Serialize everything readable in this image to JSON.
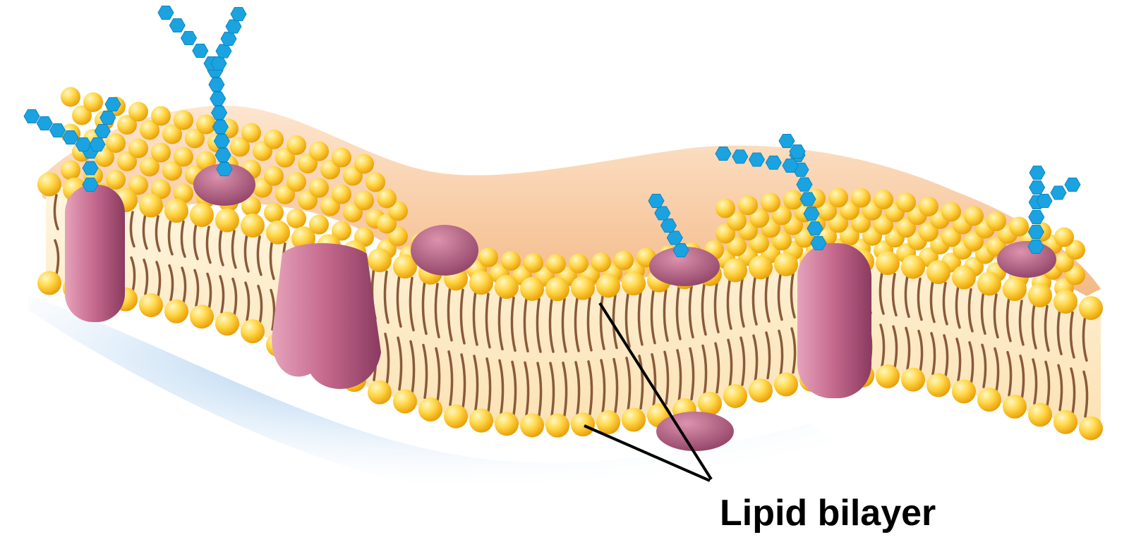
{
  "diagram": {
    "label": "Lipid bilayer",
    "colors": {
      "head_light": "#ffe27a",
      "head_dark": "#f0a800",
      "tail": "#8a5a3a",
      "interior": "#fdebc9",
      "surface": "#f7c99a",
      "protein_light": "#d17a9a",
      "protein_dark": "#8c3d62",
      "sugar": "#1aa3e0",
      "shadow": "#7db6e6",
      "label_line": "#000000"
    },
    "components": {
      "integral_proteins": 3,
      "peripheral_proteins": 5,
      "glycan_chains": 5
    }
  }
}
